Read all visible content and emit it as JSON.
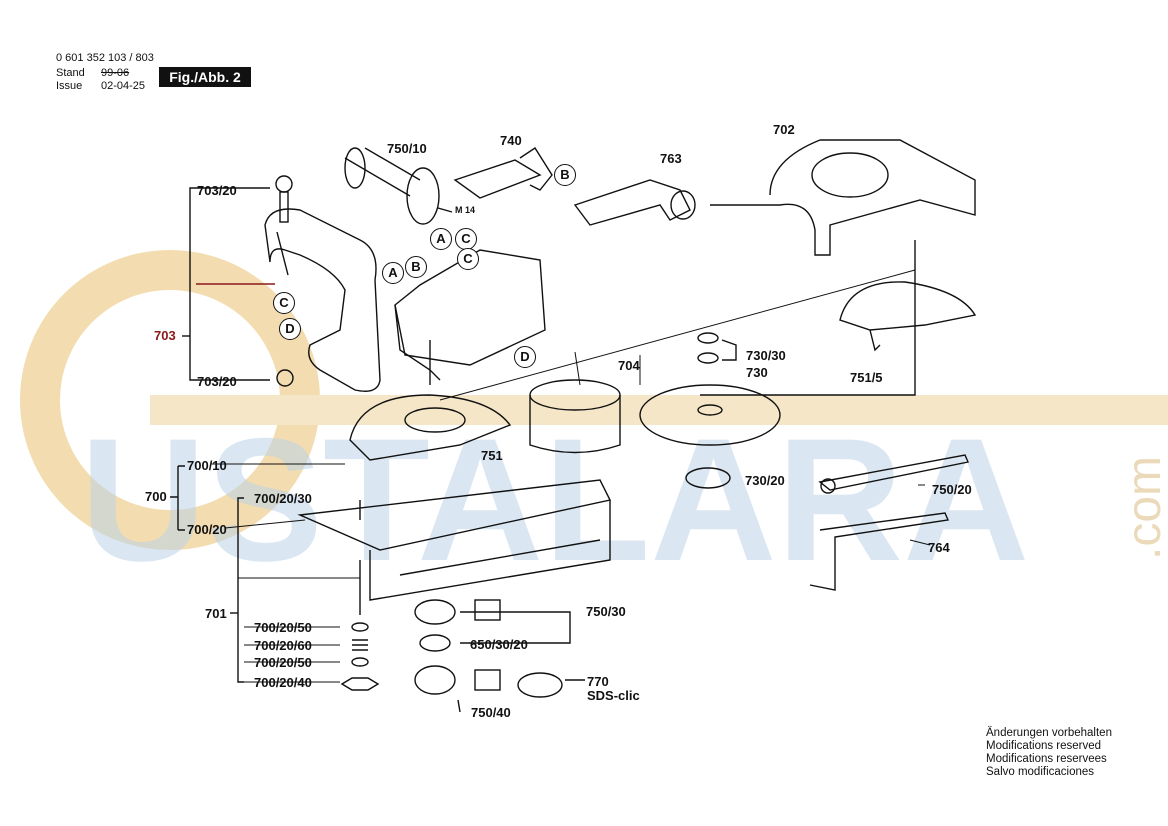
{
  "header": {
    "doc_number": "0 601 352 103 / 803",
    "stand_label": "Stand",
    "stand_value": "99-06",
    "issue_label": "Issue",
    "issue_value": "02-04-25",
    "figure_label": "Fig./Abb. 2"
  },
  "watermark": {
    "text": "USTALARA",
    "suffix": ".com"
  },
  "parts": {
    "p703": "703",
    "p703_20_top": "703/20",
    "p703_20_bottom": "703/20",
    "p750_10": "750/10",
    "p740": "740",
    "p763": "763",
    "p702": "702",
    "m14": "M 14",
    "p704": "704",
    "p730_30": "730/30",
    "p730": "730",
    "p751_5": "751/5",
    "p751": "751",
    "p700_10": "700/10",
    "p700": "700",
    "p700_20_30": "700/20/30",
    "p700_20": "700/20",
    "p730_20": "730/20",
    "p750_20": "750/20",
    "p764": "764",
    "p701": "701",
    "p700_20_50a": "700/20/50",
    "p700_20_60": "700/20/60",
    "p700_20_50b": "700/20/50",
    "p700_20_40": "700/20/40",
    "p750_30": "750/30",
    "p650_30_20": "650/30/20",
    "p770": "770",
    "sds_clic": "SDS-clic",
    "p750_40": "750/40"
  },
  "callouts": {
    "A": "A",
    "B": "B",
    "C": "C",
    "D": "D"
  },
  "notes": [
    "Änderungen vorbehalten",
    "Modifications reserved",
    "Modifications reservees",
    "Salvo modificaciones"
  ],
  "colors": {
    "watermark_blue": "#bcd3e6",
    "watermark_orange": "#f3dcb0",
    "accent_red": "#8b1a1a"
  }
}
